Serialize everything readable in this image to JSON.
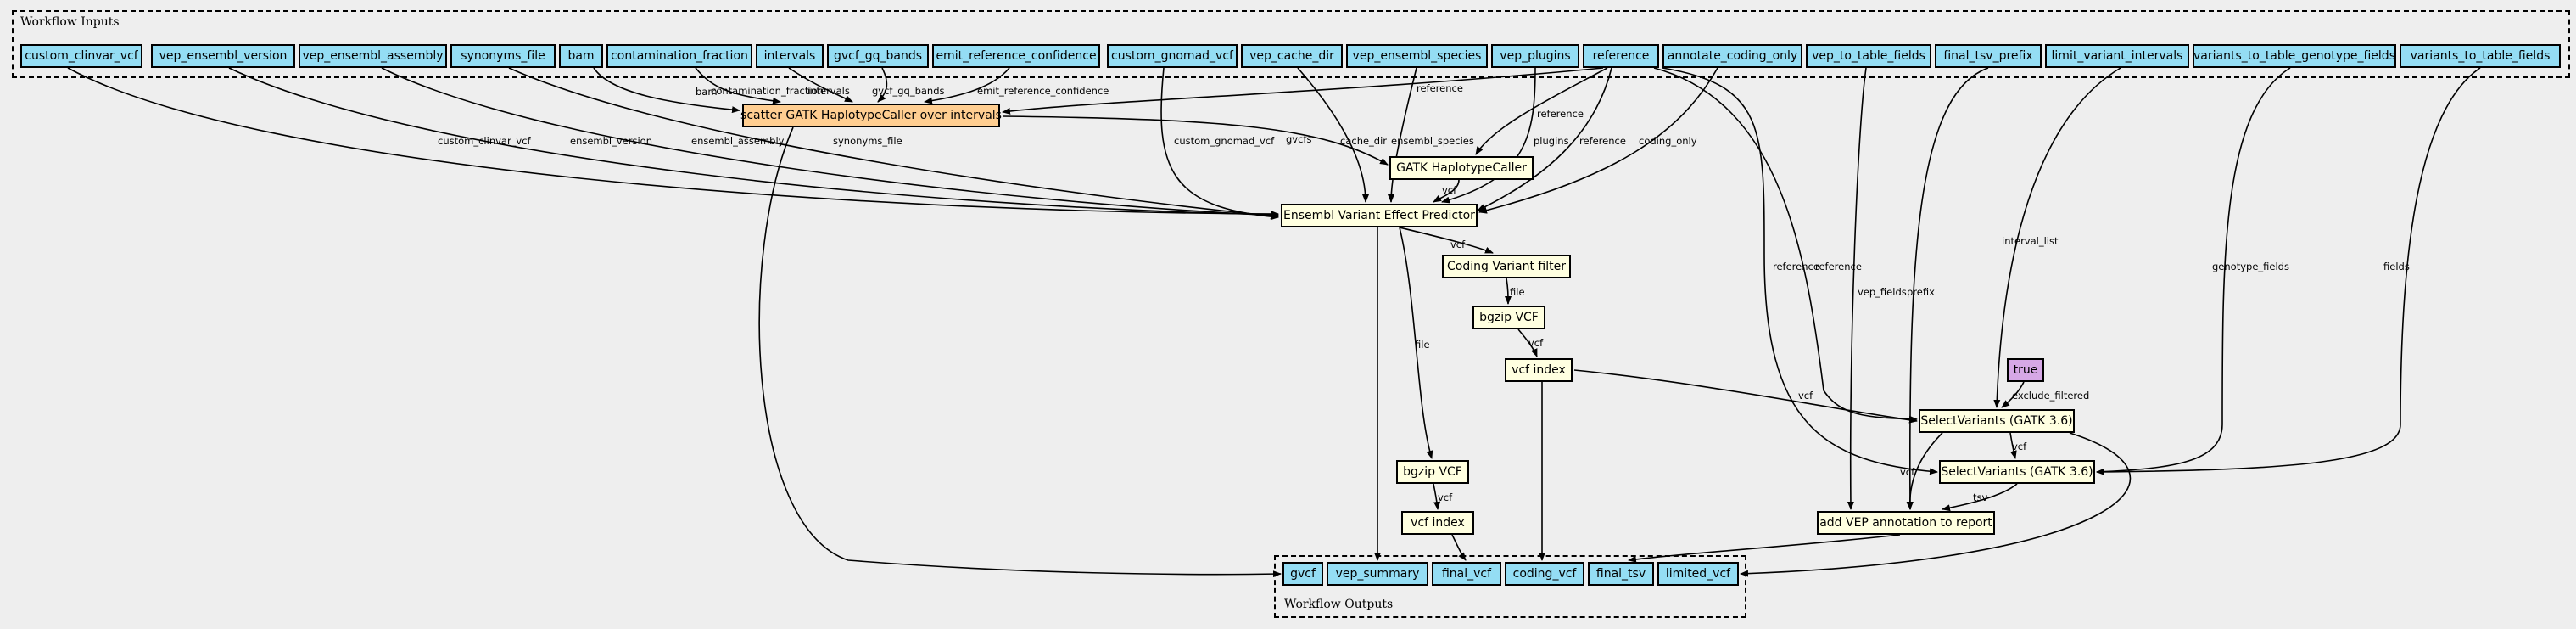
{
  "clusters": {
    "inputs_label": "Workflow Inputs",
    "outputs_label": "Workflow Outputs"
  },
  "inputs": [
    "custom_clinvar_vcf",
    "vep_ensembl_version",
    "vep_ensembl_assembly",
    "synonyms_file",
    "bam",
    "contamination_fraction",
    "intervals",
    "gvcf_gq_bands",
    "emit_reference_confidence",
    "custom_gnomad_vcf",
    "vep_cache_dir",
    "vep_ensembl_species",
    "vep_plugins",
    "reference",
    "annotate_coding_only",
    "vep_to_table_fields",
    "final_tsv_prefix",
    "limit_variant_intervals",
    "variants_to_table_genotype_fields",
    "variants_to_table_fields"
  ],
  "steps": {
    "scatter": "scatter GATK HaplotypeCaller over intervals",
    "haplotypecaller": "GATK HaplotypeCaller",
    "vep": "Ensembl Variant Effect Predictor",
    "coding_filter": "Coding Variant filter",
    "bgzip_coding": "bgzip VCF",
    "index_coding": "vcf index",
    "bgzip_vep": "bgzip VCF",
    "index_vep": "vcf index",
    "select_variants_1": "SelectVariants (GATK 3.6)",
    "select_variants_2": "SelectVariants (GATK 3.6)",
    "add_vep": "add VEP annotation to report",
    "true_const": "true"
  },
  "outputs": [
    "gvcf",
    "vep_summary",
    "final_vcf",
    "coding_vcf",
    "final_tsv",
    "limited_vcf"
  ],
  "edge_labels": {
    "reference": "reference",
    "bam": "bam",
    "contamination_fraction": "contamination_fraction",
    "intervals": "intervals",
    "gvcf_gq_bands": "gvcf_gq_bands",
    "emit_reference_confidence": "emit_reference_confidence",
    "custom_clinvar_vcf": "custom_clinvar_vcf",
    "ensembl_version": "ensembl_version",
    "ensembl_assembly": "ensembl_assembly",
    "synonyms_file": "synonyms_file",
    "gvcfs": "gvcfs",
    "custom_gnomad_vcf": "custom_gnomad_vcf",
    "cache_dir": "cache_dir",
    "ensembl_species": "ensembl_species",
    "plugins": "plugins",
    "coding_only": "coding_only",
    "vcf": "vcf",
    "file": "file",
    "vep_fields": "vep_fields",
    "prefix": "prefix",
    "interval_list": "interval_list",
    "genotype_fields": "genotype_fields",
    "fields": "fields",
    "exclude_filtered": "exclude_filtered",
    "tsv": "tsv"
  }
}
